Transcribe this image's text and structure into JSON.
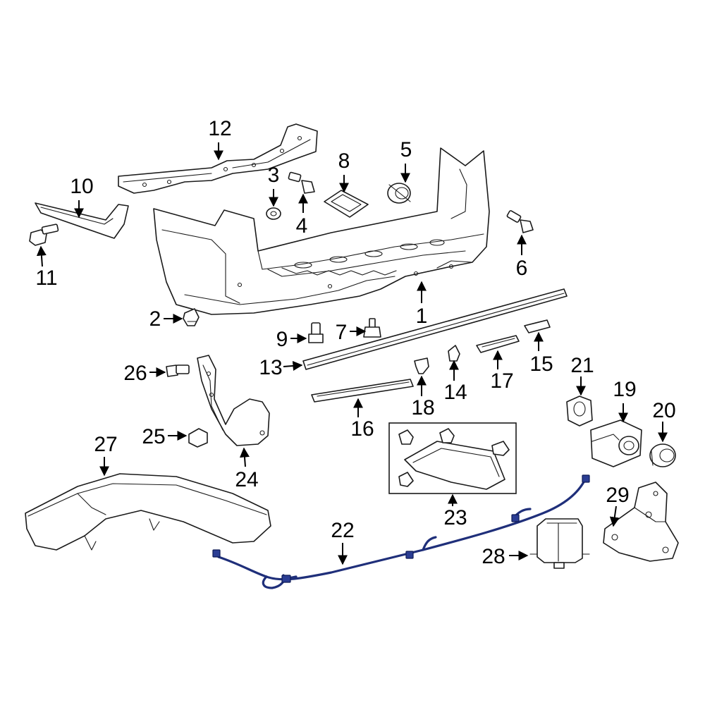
{
  "diagram": {
    "highlight_color": "#1f2f7a",
    "callouts": [
      {
        "id": "1",
        "label": "1"
      },
      {
        "id": "2",
        "label": "2"
      },
      {
        "id": "3",
        "label": "3"
      },
      {
        "id": "4",
        "label": "4"
      },
      {
        "id": "5",
        "label": "5"
      },
      {
        "id": "6",
        "label": "6"
      },
      {
        "id": "7",
        "label": "7"
      },
      {
        "id": "8",
        "label": "8"
      },
      {
        "id": "9",
        "label": "9"
      },
      {
        "id": "10",
        "label": "10"
      },
      {
        "id": "11",
        "label": "11"
      },
      {
        "id": "12",
        "label": "12"
      },
      {
        "id": "13",
        "label": "13"
      },
      {
        "id": "14",
        "label": "14"
      },
      {
        "id": "15",
        "label": "15"
      },
      {
        "id": "16",
        "label": "16"
      },
      {
        "id": "17",
        "label": "17"
      },
      {
        "id": "18",
        "label": "18"
      },
      {
        "id": "19",
        "label": "19"
      },
      {
        "id": "20",
        "label": "20"
      },
      {
        "id": "21",
        "label": "21"
      },
      {
        "id": "22",
        "label": "22"
      },
      {
        "id": "23",
        "label": "23"
      },
      {
        "id": "24",
        "label": "24"
      },
      {
        "id": "25",
        "label": "25"
      },
      {
        "id": "26",
        "label": "26"
      },
      {
        "id": "27",
        "label": "27"
      },
      {
        "id": "28",
        "label": "28"
      },
      {
        "id": "29",
        "label": "29"
      }
    ]
  }
}
